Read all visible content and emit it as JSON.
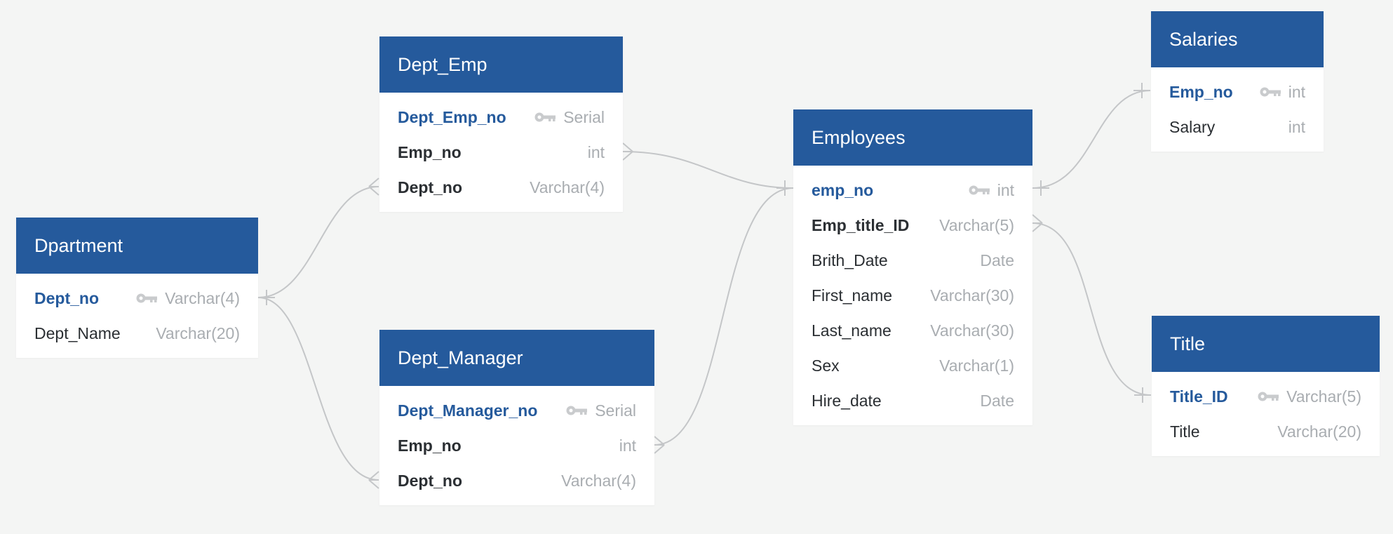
{
  "tables": {
    "dpartment": {
      "title": "Dpartment",
      "rows": [
        {
          "field": "Dept_no",
          "type": "Varchar(4)"
        },
        {
          "field": "Dept_Name",
          "type": "Varchar(20)"
        }
      ]
    },
    "dept_emp": {
      "title": "Dept_Emp",
      "rows": [
        {
          "field": "Dept_Emp_no",
          "type": "Serial"
        },
        {
          "field": "Emp_no",
          "type": "int"
        },
        {
          "field": "Dept_no",
          "type": "Varchar(4)"
        }
      ]
    },
    "dept_manager": {
      "title": "Dept_Manager",
      "rows": [
        {
          "field": "Dept_Manager_no",
          "type": "Serial"
        },
        {
          "field": "Emp_no",
          "type": "int"
        },
        {
          "field": "Dept_no",
          "type": "Varchar(4)"
        }
      ]
    },
    "employees": {
      "title": "Employees",
      "rows": [
        {
          "field": "emp_no",
          "type": "int"
        },
        {
          "field": "Emp_title_ID",
          "type": "Varchar(5)"
        },
        {
          "field": "Brith_Date",
          "type": "Date"
        },
        {
          "field": "First_name",
          "type": "Varchar(30)"
        },
        {
          "field": "Last_name",
          "type": "Varchar(30)"
        },
        {
          "field": "Sex",
          "type": "Varchar(1)"
        },
        {
          "field": "Hire_date",
          "type": "Date"
        }
      ]
    },
    "salaries": {
      "title": "Salaries",
      "rows": [
        {
          "field": "Emp_no",
          "type": "int"
        },
        {
          "field": "Salary",
          "type": "int"
        }
      ]
    },
    "title": {
      "title": "Title",
      "rows": [
        {
          "field": "Title_ID",
          "type": "Varchar(5)"
        },
        {
          "field": "Title",
          "type": "Varchar(20)"
        }
      ]
    }
  },
  "colors": {
    "header": "#255a9c",
    "primary_key": "#255a9c",
    "connector": "#c4c6c8",
    "background": "#f4f5f4"
  },
  "icons": {
    "primary_key": "key-icon",
    "one_end": "one-cardinality-marker",
    "many_end": "many-cardinality-marker"
  }
}
